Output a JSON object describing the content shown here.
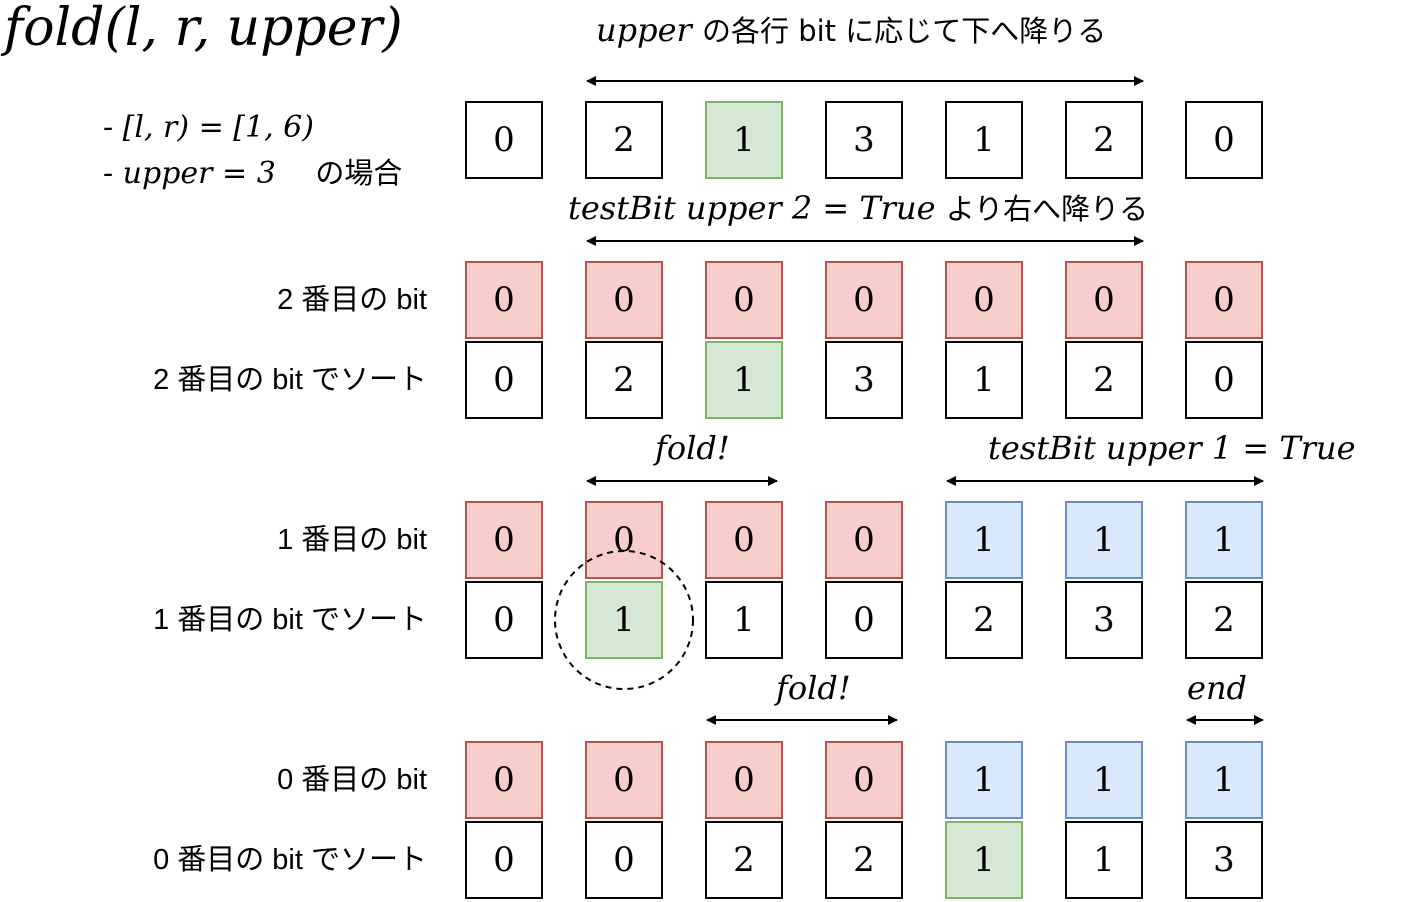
{
  "title": "fold(l, r, upper)",
  "conditions": {
    "line1": "- [l, r) = [1, 6)",
    "line2_math": "- upper = 3",
    "line2_text": "の場合"
  },
  "annotations": {
    "top": {
      "math": "upper",
      "text": "の各行 bit に応じて下へ降りる"
    },
    "second": {
      "math": "testBit upper 2 = True",
      "text": "より右へ降りる"
    },
    "fold1": "fold!",
    "testbit1": "testBit upper 1 = True",
    "fold2": "fold!",
    "end": "end"
  },
  "rows": [
    {
      "label": "",
      "cells": [
        {
          "v": "0",
          "c": "white"
        },
        {
          "v": "2",
          "c": "white"
        },
        {
          "v": "1",
          "c": "green"
        },
        {
          "v": "3",
          "c": "white"
        },
        {
          "v": "1",
          "c": "white"
        },
        {
          "v": "2",
          "c": "white"
        },
        {
          "v": "0",
          "c": "white"
        }
      ]
    },
    {
      "label": "2 番目の bit",
      "cells": [
        {
          "v": "0",
          "c": "red"
        },
        {
          "v": "0",
          "c": "red"
        },
        {
          "v": "0",
          "c": "red"
        },
        {
          "v": "0",
          "c": "red"
        },
        {
          "v": "0",
          "c": "red"
        },
        {
          "v": "0",
          "c": "red"
        },
        {
          "v": "0",
          "c": "red"
        }
      ]
    },
    {
      "label": "2 番目の bit でソート",
      "cells": [
        {
          "v": "0",
          "c": "white"
        },
        {
          "v": "2",
          "c": "white"
        },
        {
          "v": "1",
          "c": "green"
        },
        {
          "v": "3",
          "c": "white"
        },
        {
          "v": "1",
          "c": "white"
        },
        {
          "v": "2",
          "c": "white"
        },
        {
          "v": "0",
          "c": "white"
        }
      ]
    },
    {
      "label": "1 番目の bit",
      "cells": [
        {
          "v": "0",
          "c": "red"
        },
        {
          "v": "0",
          "c": "red"
        },
        {
          "v": "0",
          "c": "red"
        },
        {
          "v": "0",
          "c": "red"
        },
        {
          "v": "1",
          "c": "blue"
        },
        {
          "v": "1",
          "c": "blue"
        },
        {
          "v": "1",
          "c": "blue"
        }
      ]
    },
    {
      "label": "1 番目の bit でソート",
      "cells": [
        {
          "v": "0",
          "c": "white"
        },
        {
          "v": "1",
          "c": "green"
        },
        {
          "v": "1",
          "c": "white"
        },
        {
          "v": "0",
          "c": "white"
        },
        {
          "v": "2",
          "c": "white"
        },
        {
          "v": "3",
          "c": "white"
        },
        {
          "v": "2",
          "c": "white"
        }
      ]
    },
    {
      "label": "0 番目の bit",
      "cells": [
        {
          "v": "0",
          "c": "red"
        },
        {
          "v": "0",
          "c": "red"
        },
        {
          "v": "0",
          "c": "red"
        },
        {
          "v": "0",
          "c": "red"
        },
        {
          "v": "1",
          "c": "blue"
        },
        {
          "v": "1",
          "c": "blue"
        },
        {
          "v": "1",
          "c": "blue"
        }
      ]
    },
    {
      "label": "0 番目の bit でソート",
      "cells": [
        {
          "v": "0",
          "c": "white"
        },
        {
          "v": "0",
          "c": "white"
        },
        {
          "v": "2",
          "c": "white"
        },
        {
          "v": "2",
          "c": "white"
        },
        {
          "v": "1",
          "c": "green"
        },
        {
          "v": "1",
          "c": "white"
        },
        {
          "v": "3",
          "c": "white"
        }
      ]
    }
  ],
  "colors": {
    "red_fill": "#f8cecc",
    "red_stroke": "#b85450",
    "blue_fill": "#dae8fc",
    "blue_stroke": "#6c8ebf",
    "green_fill": "#d5e8d4",
    "green_stroke": "#82b366"
  }
}
